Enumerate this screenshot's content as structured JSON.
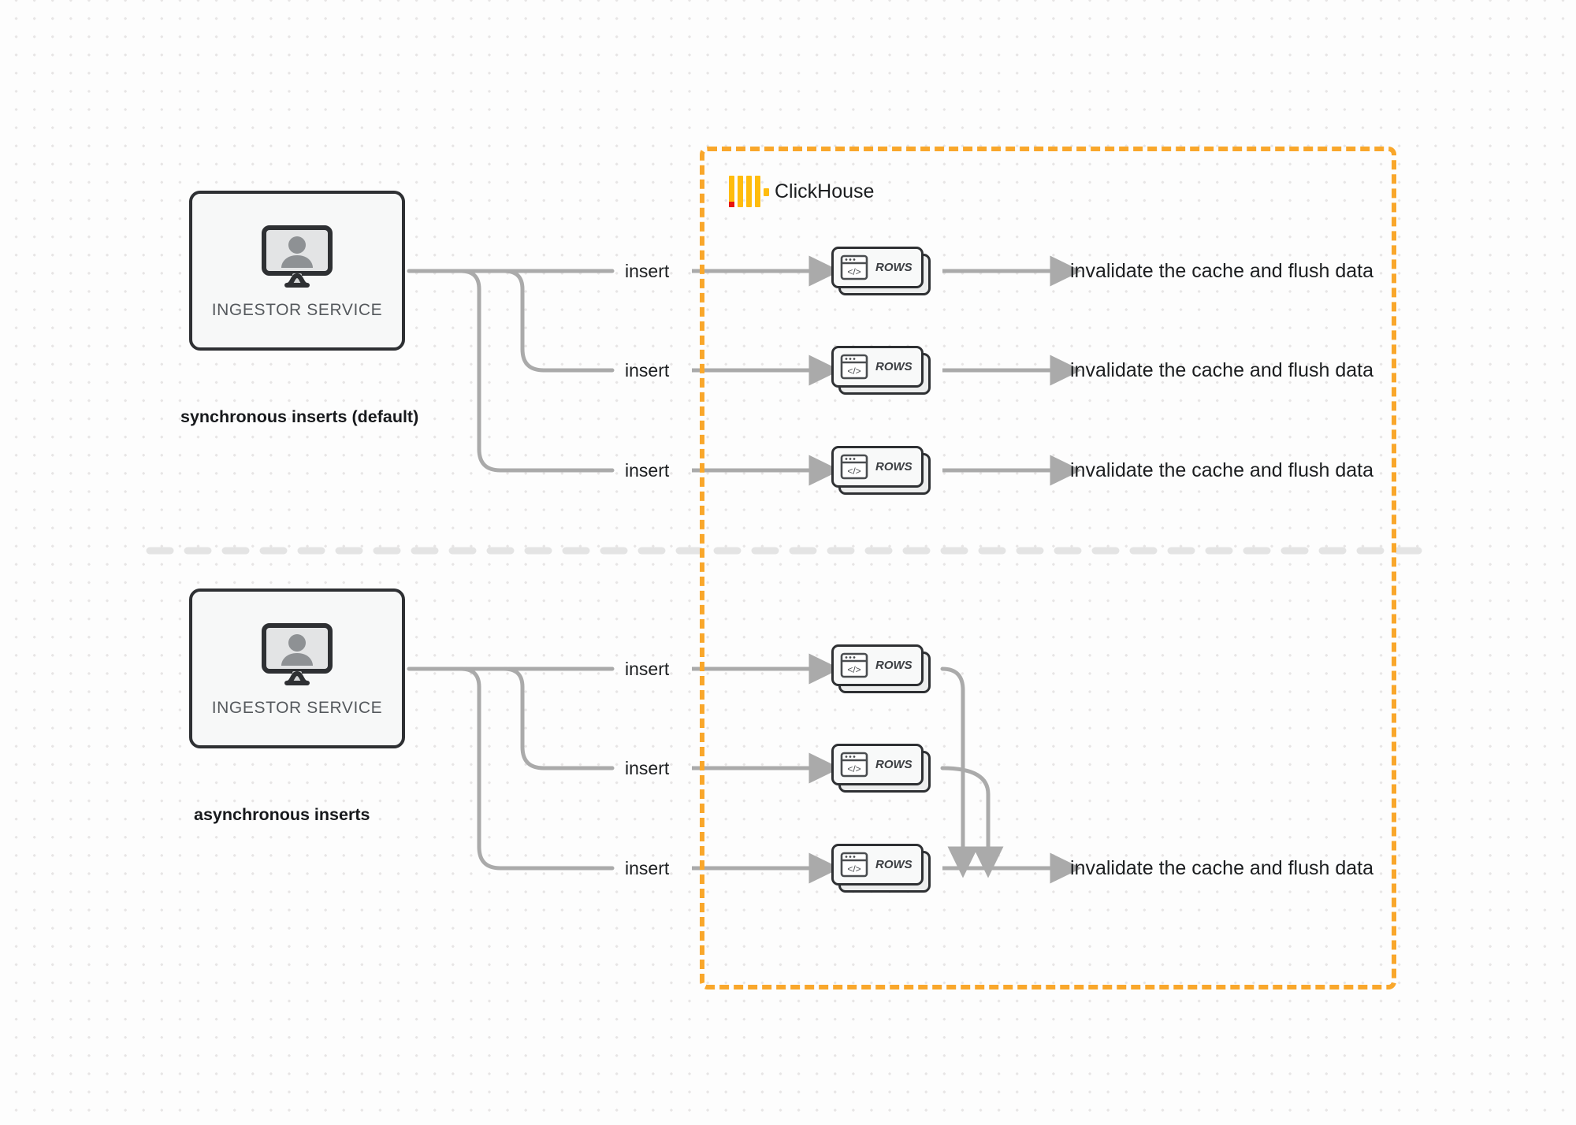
{
  "diagram": {
    "title": "ClickHouse synchronous vs asynchronous inserts",
    "colors": {
      "frame_orange": "#f9a72b",
      "logo_yellow": "#ffbc0d",
      "logo_red": "#e8140d",
      "edge_gray": "#aaaaaa",
      "node_outline": "#2e3033",
      "background": "#fdfdfd",
      "dot_grid": "#e7e5e5"
    }
  },
  "clickhouse_frame": {
    "brand_name": "ClickHouse",
    "logo_icon": "clickhouse-logo-icon"
  },
  "sections": [
    {
      "id": "synchronous",
      "caption": "synchronous inserts (default)",
      "ingestor": {
        "label": "INGESTOR SERVICE",
        "icon": "monitor-user-icon"
      },
      "rows": [
        {
          "edge_label": "insert",
          "node_label": "ROWS",
          "node_icon": "code-window-icon",
          "result_label": "invalidate the cache and flush data"
        },
        {
          "edge_label": "insert",
          "node_label": "ROWS",
          "node_icon": "code-window-icon",
          "result_label": "invalidate the cache and flush data"
        },
        {
          "edge_label": "insert",
          "node_label": "ROWS",
          "node_icon": "code-window-icon",
          "result_label": "invalidate the cache and flush data"
        }
      ]
    },
    {
      "id": "asynchronous",
      "caption": "asynchronous inserts",
      "ingestor": {
        "label": "INGESTOR SERVICE",
        "icon": "monitor-user-icon"
      },
      "rows": [
        {
          "edge_label": "insert",
          "node_label": "ROWS",
          "node_icon": "code-window-icon",
          "result_label": null
        },
        {
          "edge_label": "insert",
          "node_label": "ROWS",
          "node_icon": "code-window-icon",
          "result_label": null
        },
        {
          "edge_label": "insert",
          "node_label": "ROWS",
          "node_icon": "code-window-icon",
          "result_label": "invalidate the cache and flush data"
        }
      ]
    }
  ]
}
